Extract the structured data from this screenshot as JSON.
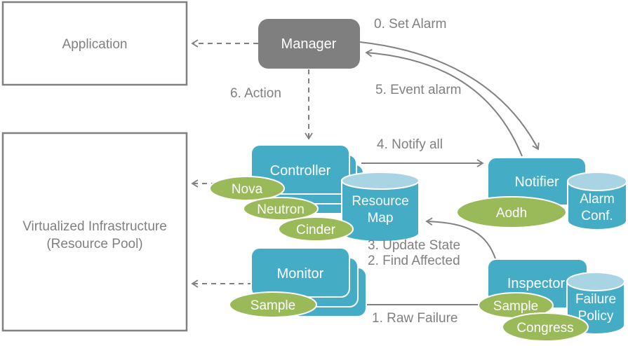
{
  "colors": {
    "teal": "#45ACC6",
    "teal_light": "#A8D4E3",
    "green": "#9ABA59",
    "gray": "#808080",
    "manager_gray": "#7F7F7F"
  },
  "nodes": {
    "application": {
      "label": "Application"
    },
    "virtualized_infrastructure": {
      "line1": "Virtualized  Infrastructure",
      "line2": "(Resource Pool)"
    },
    "manager": {
      "label": "Manager"
    },
    "controller": {
      "label": "Controller"
    },
    "monitor": {
      "label": "Monitor"
    },
    "notifier": {
      "label": "Notifier"
    },
    "inspector": {
      "label": "Inspector"
    }
  },
  "datastores": {
    "resource_map": {
      "line1": "Resource",
      "line2": "Map"
    },
    "alarm_conf": {
      "line1": "Alarm",
      "line2": "Conf."
    },
    "failure_policy": {
      "line1": "Failure",
      "line2": "Policy"
    }
  },
  "plugins": {
    "nova": {
      "label": "Nova"
    },
    "neutron": {
      "label": "Neutron"
    },
    "cinder": {
      "label": "Cinder"
    },
    "monitor_sample": {
      "label": "Sample"
    },
    "aodh": {
      "label": "Aodh"
    },
    "inspector_sample": {
      "label": "Sample"
    },
    "congress": {
      "label": "Congress"
    }
  },
  "flow_labels": {
    "set_alarm": "0. Set Alarm",
    "event_alarm": "5. Event alarm",
    "action": "6. Action",
    "notify_all": "4. Notify all",
    "update_state": "3. Update State",
    "find_affected": "2. Find Affected",
    "raw_failure": "1. Raw Failure"
  }
}
